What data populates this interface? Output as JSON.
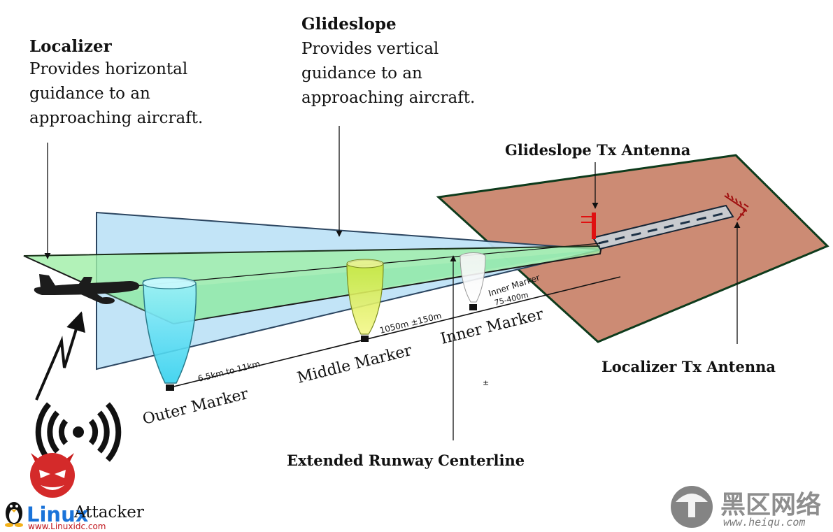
{
  "localizer": {
    "title": "Localizer",
    "desc1": "Provides horizontal",
    "desc2": "guidance to an",
    "desc3": "approaching aircraft."
  },
  "glideslope": {
    "title": "Glideslope",
    "desc1": "Provides vertical",
    "desc2": "guidance to an",
    "desc3": "approaching aircraft."
  },
  "labels": {
    "glideslope_antenna": "Glideslope Tx Antenna",
    "localizer_antenna": "Localizer Tx Antenna",
    "centerline": "Extended Runway Centerline",
    "outer_marker": "Outer Marker",
    "middle_marker": "Middle Marker",
    "inner_marker": "Inner Marker",
    "inner_marker_small": "Inner Marker",
    "outer_distance": "6.5km to 11km",
    "middle_distance": "1050m  ±150m",
    "inner_distance": "75-400m",
    "stray_symbol": "±",
    "attacker": "Attacker"
  },
  "watermarks": {
    "left_brand": "Linux",
    "left_url": "www.Linuxidc.com",
    "right_brand": "黑区网络",
    "right_url": "www.heiqu.com"
  },
  "colors": {
    "localizer_green": "#b9f5b5",
    "glideslope_blue": "#bfe3f7",
    "ground": "#cc8b74",
    "outer_beam": "#33d9ec",
    "middle_beam": "#dcee4c",
    "inner_beam": "#f2f2f2",
    "antenna_red": "#e01010"
  }
}
